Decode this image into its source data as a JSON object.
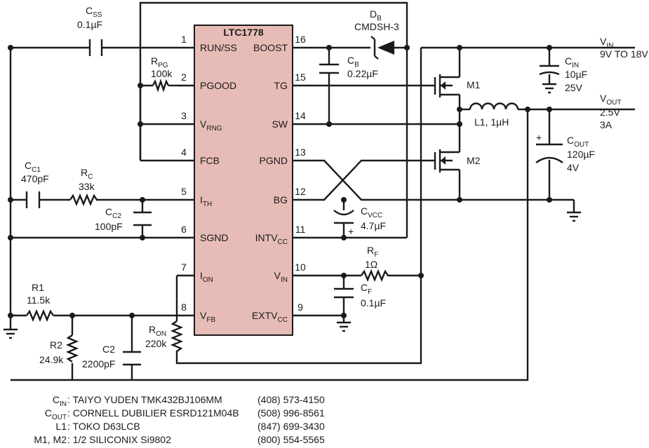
{
  "ic": {
    "name": "LTC1778",
    "fill": "#e7bcb7",
    "pins": [
      {
        "num": "1",
        "label": "RUN/SS",
        "side": "left"
      },
      {
        "num": "2",
        "label": "PGOOD",
        "side": "left"
      },
      {
        "num": "3",
        "label": "V",
        "sub": "RNG",
        "side": "left"
      },
      {
        "num": "4",
        "label": "FCB",
        "side": "left"
      },
      {
        "num": "5",
        "label": "I",
        "sub": "TH",
        "side": "left"
      },
      {
        "num": "6",
        "label": "SGND",
        "side": "left"
      },
      {
        "num": "7",
        "label": "I",
        "sub": "ON",
        "side": "left"
      },
      {
        "num": "8",
        "label": "V",
        "sub": "FB",
        "side": "left"
      },
      {
        "num": "16",
        "label": "BOOST",
        "side": "right"
      },
      {
        "num": "15",
        "label": "TG",
        "side": "right"
      },
      {
        "num": "14",
        "label": "SW",
        "side": "right"
      },
      {
        "num": "13",
        "label": "PGND",
        "side": "right"
      },
      {
        "num": "12",
        "label": "BG",
        "side": "right"
      },
      {
        "num": "11",
        "label": "INTV",
        "sub": "CC",
        "side": "right"
      },
      {
        "num": "10",
        "label": "V",
        "sub": "IN",
        "side": "right"
      },
      {
        "num": "9",
        "label": "EXTV",
        "sub": "CC",
        "side": "right"
      }
    ]
  },
  "components": {
    "css": {
      "ref": "C",
      "sub": "SS",
      "value": "0.1µF"
    },
    "rpg": {
      "ref": "R",
      "sub": "PG",
      "value": "100k"
    },
    "cc1": {
      "ref": "C",
      "sub": "C1",
      "value": "470pF"
    },
    "rc": {
      "ref": "R",
      "sub": "C",
      "value": "33k"
    },
    "cc2": {
      "ref": "C",
      "sub": "C2",
      "value": "100pF"
    },
    "r1": {
      "ref": "R1",
      "value": "11.5k"
    },
    "r2": {
      "ref": "R2",
      "value": "24.9k"
    },
    "c2": {
      "ref": "C2",
      "value": "2200pF"
    },
    "ron": {
      "ref": "R",
      "sub": "ON",
      "value": "220k"
    },
    "db": {
      "ref": "D",
      "sub": "B",
      "value": "CMDSH-3"
    },
    "cb": {
      "ref": "C",
      "sub": "B",
      "value": "0.22µF"
    },
    "cvcc": {
      "ref": "C",
      "sub": "VCC",
      "value": "4.7µF"
    },
    "rf": {
      "ref": "R",
      "sub": "F",
      "value": "1Ω"
    },
    "cf": {
      "ref": "C",
      "sub": "F",
      "value": "0.1µF"
    },
    "m1": {
      "ref": "M1"
    },
    "m2": {
      "ref": "M2"
    },
    "l1": {
      "ref": "L1, 1µH"
    },
    "cin": {
      "ref": "C",
      "sub": "IN",
      "value1": "10µF",
      "value2": "25V"
    },
    "cout": {
      "ref": "C",
      "sub": "OUT",
      "value1": "120µF",
      "value2": "4V"
    }
  },
  "nets": {
    "vin": {
      "ref": "V",
      "sub": "IN",
      "range": "9V TO 18V"
    },
    "vout": {
      "ref": "V",
      "sub": "OUT",
      "value": "2.5V",
      "current": "3A"
    }
  },
  "polarity": {
    "plus": "+"
  },
  "bom": [
    {
      "ref": "C",
      "sub": "IN",
      "desc": ": TAIYO YUDEN TMK432BJ106MM",
      "phone": "(408) 573-4150"
    },
    {
      "ref": "C",
      "sub": "OUT",
      "desc": ": CORNELL DUBILIER ESRD121M04B",
      "phone": "(508) 996-8561"
    },
    {
      "ref": "L1",
      "sub": "",
      "desc": ": TOKO D63LCB",
      "phone": "(847) 699-3430"
    },
    {
      "ref": "M1, M2",
      "sub": "",
      "desc": ": 1/2 SILICONIX Si9802",
      "phone": "(800) 554-5565"
    }
  ]
}
